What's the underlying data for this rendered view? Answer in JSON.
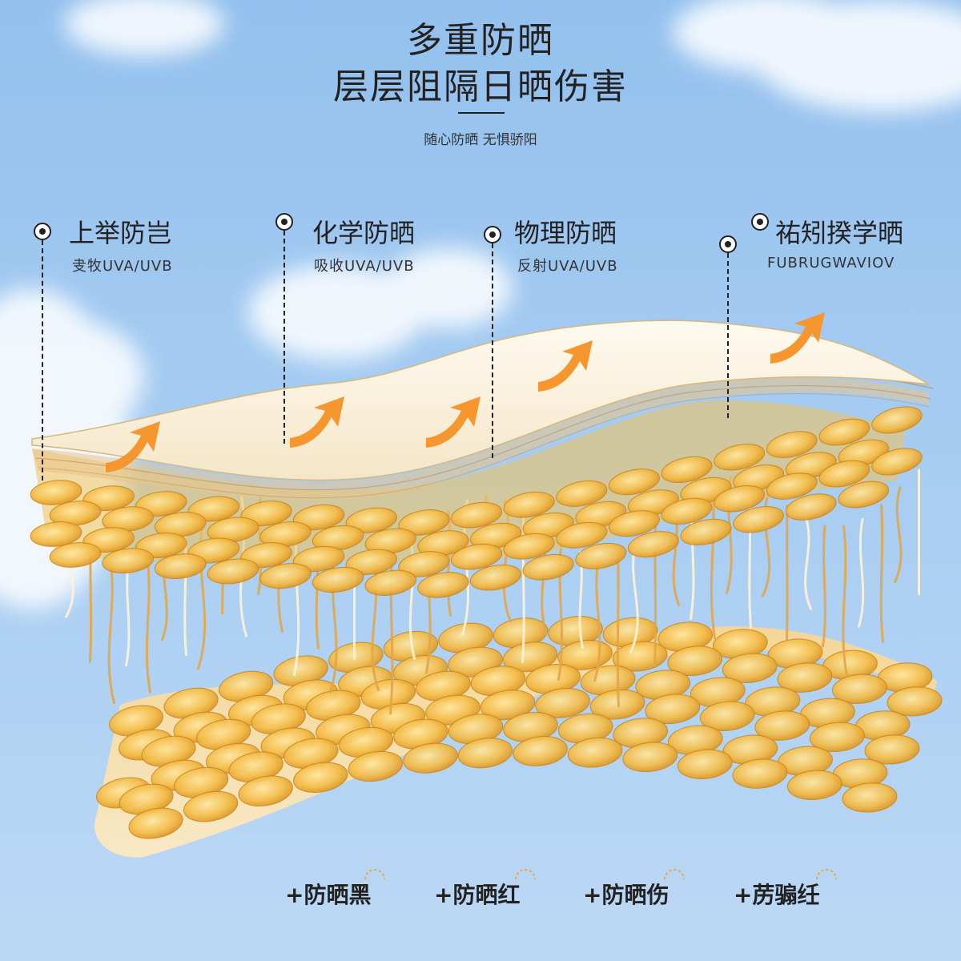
{
  "header": {
    "title_line1": "多重防晒",
    "title_line2": "层层阻隔日晒伤害",
    "subtitle": "随心防晒 无惧骄阳"
  },
  "layers": [
    {
      "name": "上举防岂",
      "desc": "叏牧UVA/UVB"
    },
    {
      "name": "化学防晒",
      "desc": "吸收UVA/UVB"
    },
    {
      "name": "物理防晒",
      "desc": "反射UVA/UVB"
    },
    {
      "name": "祐矧揆学晒",
      "desc": "FUBRUGWAVIOV"
    }
  ],
  "benefits": [
    {
      "label": "+防晒黑"
    },
    {
      "label": "+防晒红"
    },
    {
      "label": "+防晒伤"
    },
    {
      "label": "+苈骟纴"
    }
  ],
  "colors": {
    "sky_top": "#93c0ee",
    "sky_bottom": "#bcd8f4",
    "film": "#fbf3e2",
    "cell_amber": "#f2b640",
    "arrow_orange": "#f5962e",
    "text_dark": "#222222"
  }
}
